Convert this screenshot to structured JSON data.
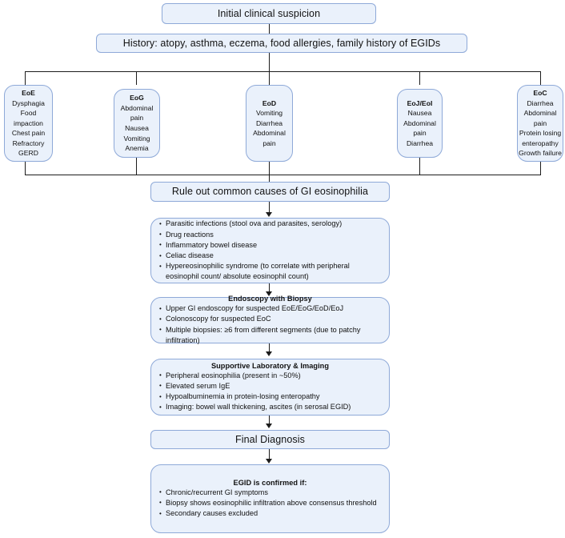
{
  "diagram": {
    "title": "EGID diagnostic algorithm flowchart",
    "colors": {
      "box_fill": "#eaf1fb",
      "box_border": "#8ea9d8",
      "connector": "#1c1c1c",
      "text": "#111111"
    }
  },
  "steps": {
    "initial": {
      "label": "Initial clinical suspicion"
    },
    "history": {
      "label": "History: atopy, asthma, eczema, food allergies, family history of EGIDs"
    },
    "rule_out": {
      "label": "Rule out common causes of GI eosinophilia"
    },
    "final_diagnosis": {
      "label": "Final Diagnosis"
    }
  },
  "subtypes": [
    {
      "code": "EoE",
      "symptoms": [
        "Dysphagia",
        "Food",
        "impaction",
        "Chest pain",
        "Refractory",
        "GERD"
      ]
    },
    {
      "code": "EoG",
      "symptoms": [
        "Abdominal",
        "pain",
        "Nausea",
        "Vomiting",
        "Anemia"
      ]
    },
    {
      "code": "EoD",
      "symptoms": [
        "Vomiting",
        "Diarrhea",
        "Abdominal",
        "pain"
      ]
    },
    {
      "code": "EoJ/EoI",
      "symptoms": [
        "Nausea",
        "Abdominal",
        "pain",
        "Diarrhea"
      ]
    },
    {
      "code": "EoC",
      "symptoms": [
        "Diarrhea",
        "Abdominal",
        "pain",
        "Protein losing",
        "enteropathy",
        "Growth failure"
      ]
    }
  ],
  "blocks": {
    "differentials": {
      "heading": "",
      "items": [
        "Parasitic infections (stool ova and parasites, serology)",
        "Drug reactions",
        "Inflammatory bowel disease",
        "Celiac disease",
        "Hypereosinophilic syndrome (to correlate with peripheral eosinophil count/ absolute eosinophil count)"
      ]
    },
    "endoscopy": {
      "heading": "Endoscopy with Biopsy",
      "items": [
        "Upper GI endoscopy for suspected EoE/EoG/EoD/EoJ",
        "Colonoscopy for suspected EoC",
        "Multiple biopsies: ≥6 from different segments (due to patchy infiltration)"
      ]
    },
    "labs": {
      "heading": "Supportive Laboratory & Imaging",
      "items": [
        "Peripheral eosinophilia (present in ~50%)",
        "Elevated serum IgE",
        "Hypoalbuminemia in protein-losing enteropathy",
        "Imaging: bowel wall thickening, ascites (in serosal EGID)"
      ]
    },
    "confirmation": {
      "heading": "EGID is confirmed if:",
      "items": [
        "Chronic/recurrent GI symptoms",
        "Biopsy shows eosinophilic infiltration above consensus threshold",
        "Secondary causes excluded"
      ]
    }
  }
}
